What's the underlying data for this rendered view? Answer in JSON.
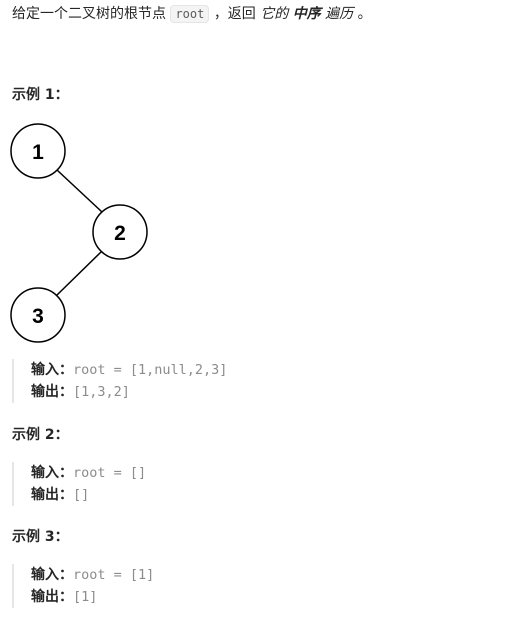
{
  "description": {
    "part1": "给定一个二叉树的根节点",
    "code": "root",
    "part2": "，返回",
    "em1": "它的",
    "strong": "中序",
    "em2": "遍历",
    "end": "。"
  },
  "examples": [
    {
      "heading": "示例 1：",
      "input_label": "输入：",
      "input_value": "root = [1,null,2,3]",
      "output_label": "输出：",
      "output_value": "[1,3,2]"
    },
    {
      "heading": "示例 2：",
      "input_label": "输入：",
      "input_value": "root = []",
      "output_label": "输出：",
      "output_value": "[]"
    },
    {
      "heading": "示例 3：",
      "input_label": "输入：",
      "input_value": "root = [1]",
      "output_label": "输出：",
      "output_value": "[1]"
    }
  ],
  "tree": {
    "nodes": [
      "1",
      "2",
      "3"
    ]
  }
}
